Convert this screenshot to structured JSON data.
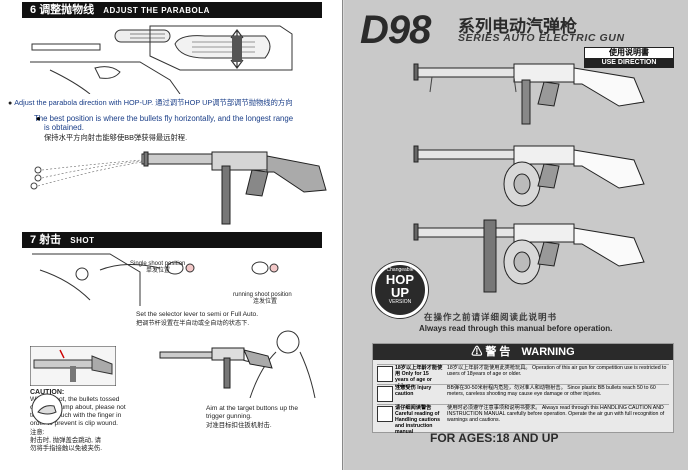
{
  "left": {
    "section6": {
      "number": "6",
      "title_cn": "调整抛物线",
      "title_en": "ADJUST THE PARABOLA"
    },
    "adjust_note": "Adjust the parabola direction with HOP-UP. 通过调节HOP UP调节部调节抛物线的方向",
    "best_en_1": "The best position is where the bullets fly horizontally, and the longest range",
    "best_en_2": "is obtained.",
    "best_cn": "保持水平方向射击能够使BB弹获得最远射程.",
    "section7": {
      "number": "7",
      "title_cn": "射击",
      "title_en": "SHOT"
    },
    "single_en": "Single shoot position",
    "single_cn": "单发位置",
    "running_en": "running shoot position",
    "running_cn": "连发位置",
    "selector_en": "Set the selector lever to semi or Full Auto.",
    "selector_cn": "把调节杆设置在半自动或全自动的状态下.",
    "caution_title": "CAUTION:",
    "caution_1": "While shoot, the bullets tossed",
    "caution_2": "cover will jump about, please not",
    "caution_3": "to get in touch with the finger in",
    "caution_4": "order to prevent is clip wound.",
    "caution_cn_title": "注意:",
    "caution_cn_1": "射击时, 抛弹盖会跳动, 请",
    "caution_cn_2": "勿将手指接触以免被夹伤.",
    "aim_en_1": "Aim at the target buttons up the",
    "aim_en_2": "trigger gunning.",
    "aim_cn": "对准目标扣住扳机射击."
  },
  "right": {
    "brand": "D98",
    "series_cn": "系列电动汽弹枪",
    "series_en": "SERIES AUTO ELECTRIC GUN",
    "manual_cn": "使用说明書",
    "manual_en": "USE DIRECTION",
    "badge_top": "Changeable",
    "badge_hop": "HOP",
    "badge_up": "UP",
    "badge_bottom": "VERSION",
    "read_cn": "在操作之前请详细阅读此说明书",
    "read_en": "Always read through this manual before operation.",
    "warning_cn": "警 告",
    "warning_en": "WARNING",
    "w1_label": "18岁以上年龄才能使用 Only for 15 years of age or older",
    "w1_text": "18岁以上年龄才能使用此类枪玩具。 Operation of this air gun for competition use is restricted to users of 18years of age or older.",
    "w2_label": "注意受伤 Injury caution",
    "w2_text": "BB弹在30-50米射程内危险，勿对准人和动物射击。 Since plastic BB bullets reach 50 to 60 meters, careless shooting may cause eye damage or other injuries.",
    "w3_label": "请仔细阅读警告 Careful reading of Handling cautions and instruction manual",
    "w3_text": "使用时必须遵守注意事项和说明书要求。 Always read through this HANDLING CAUTION AND INSTRUCTION MANUAL carefully before operation. Operate the air gun with full recognition of warnings and cautions.",
    "ages": "FOR AGES:18 AND UP"
  }
}
